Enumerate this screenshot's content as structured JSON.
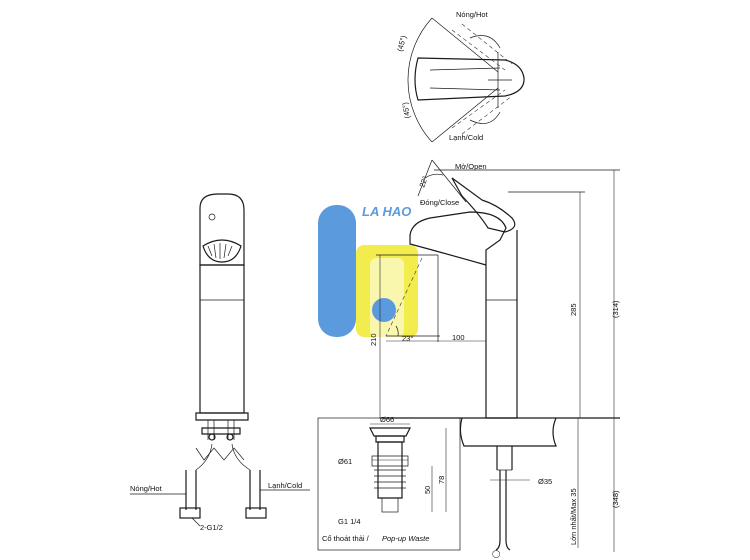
{
  "top_view": {
    "hot_label": "Nóng/Hot",
    "cold_label": "Lạnh/Cold",
    "angle_upper": "(45°)",
    "angle_lower": "(45°)"
  },
  "side_view": {
    "open_label": "Mở/Open",
    "close_label": "Đóng/Close",
    "angle_open": "22°",
    "angle_spout": "23°",
    "dim_210": "210",
    "dim_100": "100",
    "dim_285": "285",
    "dim_314": "(314)",
    "dim_348": "(348)",
    "dim_max35": "Lớn nhất/Max 35",
    "dim_35": "Ø35"
  },
  "waste": {
    "d66": "Ø66",
    "d61": "Ø61",
    "h50": "50",
    "h78": "78",
    "thread": "G1 1/4",
    "caption_vi": "Cổ thoát thải /",
    "caption_en": "Pop-up Waste"
  },
  "front_view": {
    "hot_label": "Nóng/Hot",
    "cold_label": "Lạnh/Cold",
    "thread": "2-G1/2"
  },
  "watermark": {
    "text": "LA HAO",
    "blue": "#4a90d9",
    "yellow": "#f2ea3a"
  }
}
